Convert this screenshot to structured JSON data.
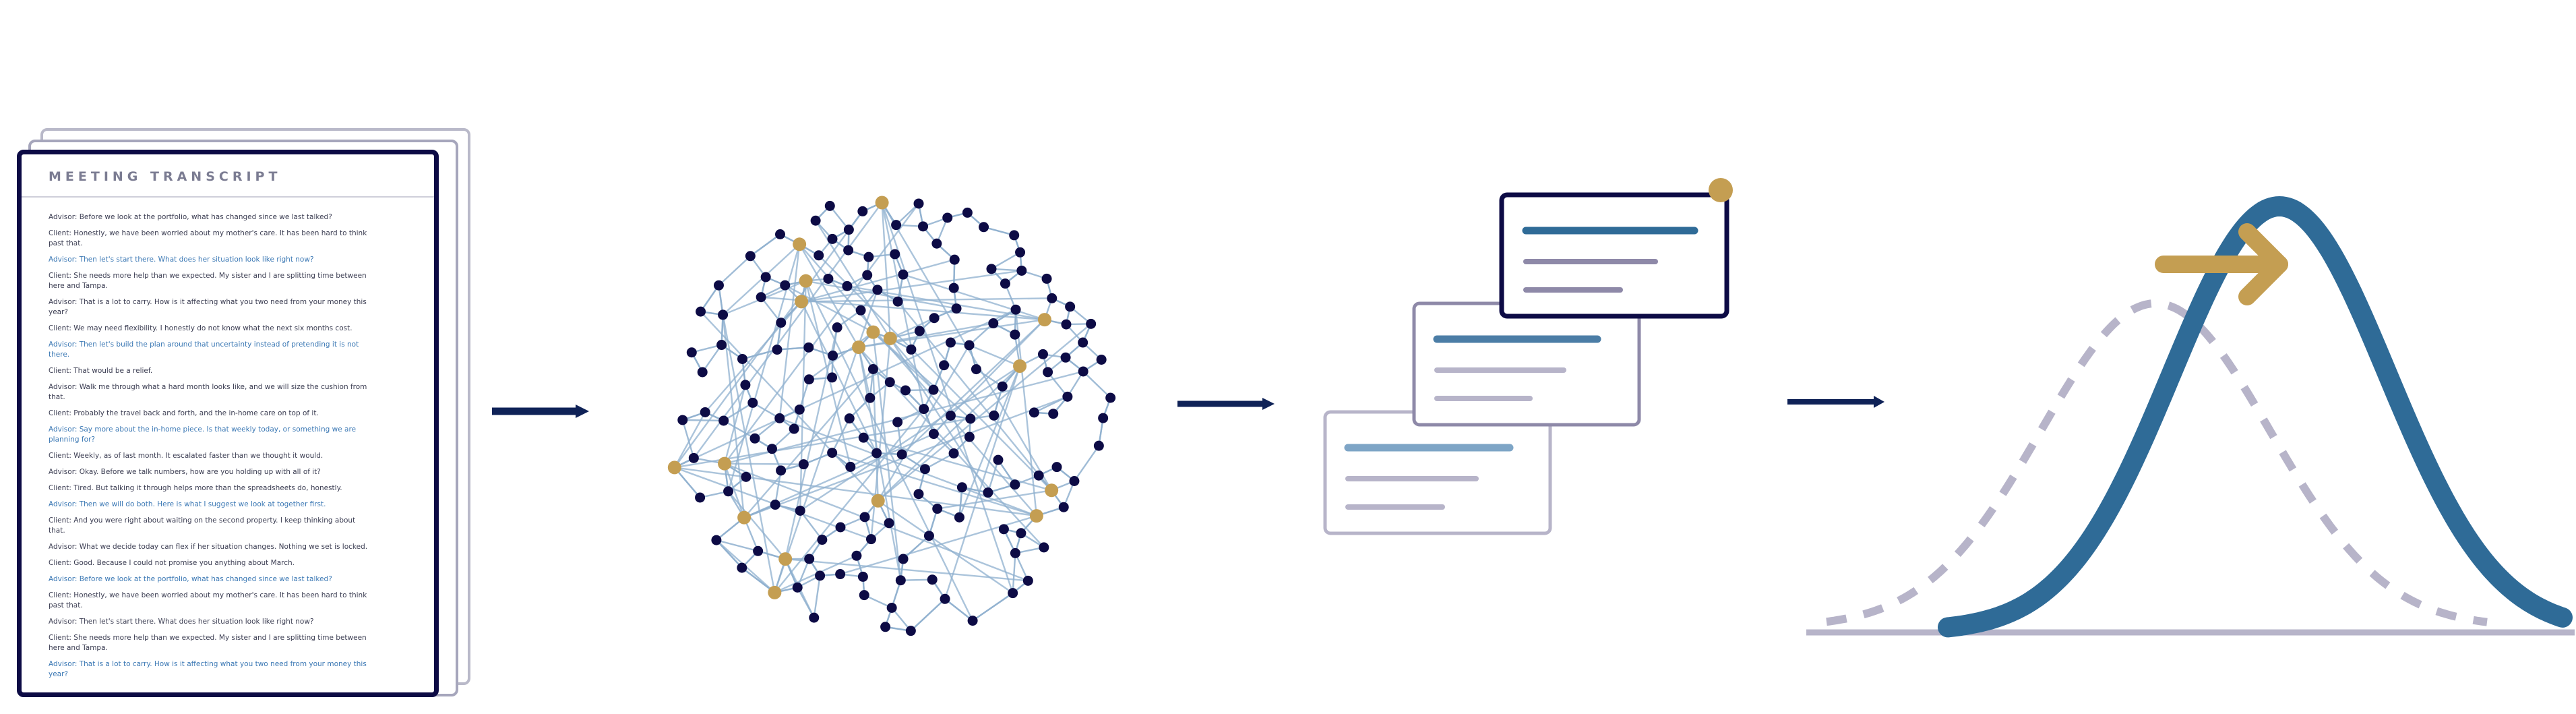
{
  "transcript": {
    "title": "MEETING TRANSCRIPT",
    "highlight_color": "#3b78b4",
    "lines": [
      {
        "text": "Advisor: Before we look at the portfolio, what has changed since we last talked?",
        "highlight": false
      },
      {
        "text": "Client: Honestly, we have been worried about my mother's care. It has been hard to think past that.",
        "highlight": false
      },
      {
        "text": "Advisor: Then let's start there. What does her situation look like right now?",
        "highlight": true
      },
      {
        "text": "Client: She needs more help than we expected. My sister and I are splitting time between here and Tampa.",
        "highlight": false
      },
      {
        "text": "Advisor: That is a lot to carry. How is it affecting what you two need from your money this year?",
        "highlight": false
      },
      {
        "text": "Client: We may need flexibility. I honestly do not know what the next six months cost.",
        "highlight": false
      },
      {
        "text": "Advisor: Then let's build the plan around that uncertainty instead of pretending it is not there.",
        "highlight": true
      },
      {
        "text": "Client: That would be a relief.",
        "highlight": false
      },
      {
        "text": "Advisor: Walk me through what a hard month looks like, and we will size the cushion from that.",
        "highlight": false
      },
      {
        "text": "Client: Probably the travel back and forth, and the in-home care on top of it.",
        "highlight": false
      },
      {
        "text": "Advisor: Say more about the in-home piece. Is that weekly today, or something we are planning for?",
        "highlight": true
      },
      {
        "text": "Client: Weekly, as of last month. It escalated faster than we thought it would.",
        "highlight": false
      },
      {
        "text": "Advisor: Okay. Before we talk numbers, how are you holding up with all of it?",
        "highlight": false
      },
      {
        "text": "Client: Tired. But talking it through helps more than the spreadsheets do, honestly.",
        "highlight": false
      },
      {
        "text": "Advisor: Then we will do both. Here is what I suggest we look at together first.",
        "highlight": true
      },
      {
        "text": "Client: And you were right about waiting on the second property. I keep thinking about that.",
        "highlight": false
      },
      {
        "text": "Advisor: What we decide today can flex if her situation changes. Nothing we set is locked.",
        "highlight": false
      },
      {
        "text": "Client: Good. Because I could not promise you anything about March.",
        "highlight": false
      },
      {
        "text": "Advisor: Before we look at the portfolio, what has changed since we last talked?",
        "highlight": true
      },
      {
        "text": "Client: Honestly, we have been worried about my mother's care. It has been hard to think past that.",
        "highlight": false
      },
      {
        "text": "Advisor: Then let's start there. What does her situation look like right now?",
        "highlight": false
      },
      {
        "text": "Client: She needs more help than we expected. My sister and I are splitting time between here and Tampa.",
        "highlight": false
      },
      {
        "text": "Advisor: That is a lot to carry. How is it affecting what you two need from your money this year?",
        "highlight": true
      }
    ]
  },
  "colors": {
    "navy": "#0d0b45",
    "steel_blue": "#2f6b97",
    "edge_blue": "#8fb0cf",
    "gold": "#c49e52",
    "lavender": "#b7b4c9",
    "muted_purple": "#8e89a8",
    "arrow_navy": "#0f2257"
  },
  "icons": {
    "arrow": "right-arrow-icon",
    "network": "knowledge-graph-icon",
    "cards": "stacked-cards-icon",
    "curve": "shifted-distribution-icon"
  },
  "network": {
    "gold_node_count": 17
  }
}
